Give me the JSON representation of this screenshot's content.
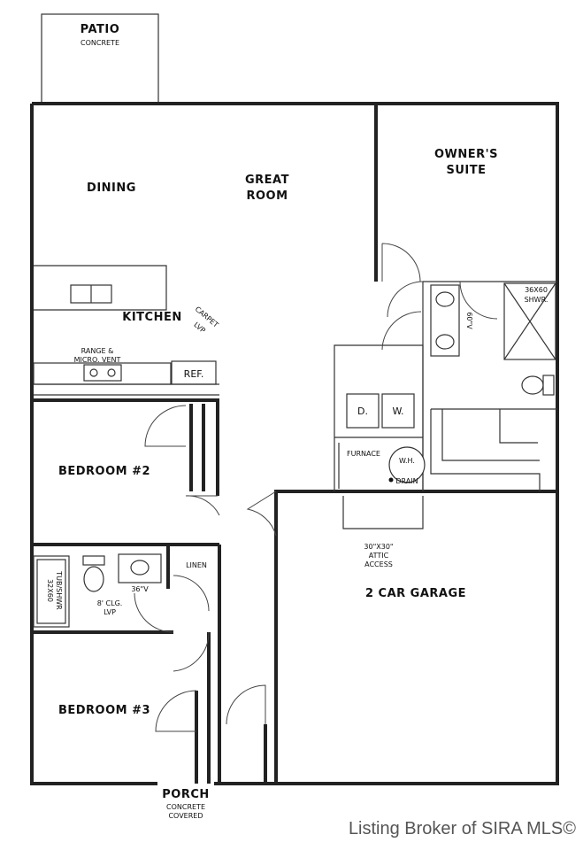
{
  "labels": {
    "patio": "PATIO",
    "patio_sub": "CONCRETE",
    "dining": "DINING",
    "great_room_1": "GREAT",
    "great_room_2": "ROOM",
    "owners_suite_1": "OWNER'S",
    "owners_suite_2": "SUITE",
    "kitchen": "KITCHEN",
    "carpet_1": "CARPET",
    "carpet_2": "LVP",
    "range_1": "RANGE &",
    "range_2": "MICRO. VENT",
    "ref": "REF.",
    "shower_1": "36X60",
    "shower_2": "SHWR.",
    "vanity_dim": "60\"V",
    "dryer": "D.",
    "washer": "W.",
    "furnace": "FURNACE",
    "water_heater": "W.H.",
    "drain": "DRAIN",
    "attic_1": "30\"X30\"",
    "attic_2": "ATTIC",
    "attic_3": "ACCESS",
    "bedroom2": "BEDROOM #2",
    "tub_1": "32X60",
    "tub_2": "TUB/SHWR",
    "vanity36": "36\"V",
    "linen": "LINEN",
    "ceiling_1": "8' CLG.",
    "ceiling_2": "LVP",
    "garage": "2 CAR GARAGE",
    "bedroom3": "BEDROOM #3",
    "porch": "PORCH",
    "porch_sub_1": "CONCRETE",
    "porch_sub_2": "COVERED"
  },
  "watermark": "Listing Broker of SIRA MLS©",
  "colors": {
    "line": "#222222",
    "background": "#ffffff",
    "watermark": "#555555"
  }
}
